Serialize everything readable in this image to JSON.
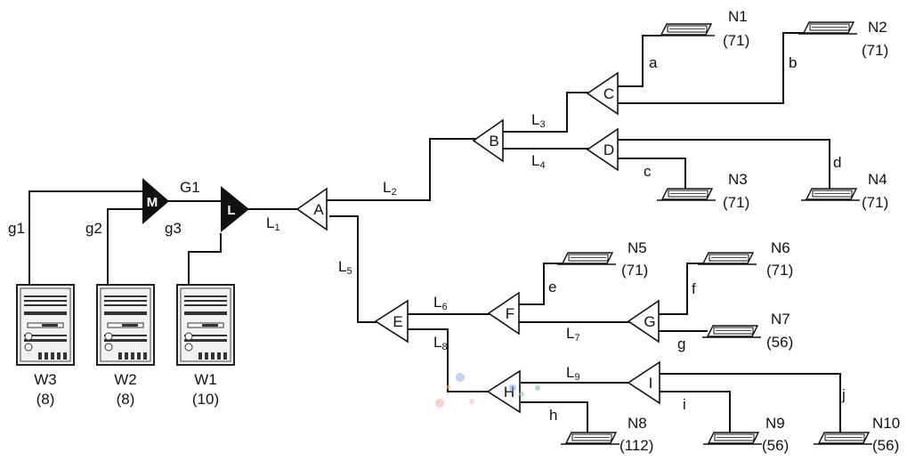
{
  "outdoor_units": [
    {
      "id": "W3",
      "label": "W3",
      "value": "(8)",
      "pipe": "g1"
    },
    {
      "id": "W2",
      "label": "W2",
      "value": "(8)",
      "pipe": "g2"
    },
    {
      "id": "W1",
      "label": "W1",
      "value": "(10)",
      "pipe": "g3"
    }
  ],
  "outdoor_joints": [
    {
      "id": "M",
      "label": "M"
    },
    {
      "id": "L",
      "label": "L"
    }
  ],
  "outdoor_main_pipe": "G1",
  "branch_joints": [
    {
      "id": "A",
      "label": "A"
    },
    {
      "id": "B",
      "label": "B"
    },
    {
      "id": "C",
      "label": "C"
    },
    {
      "id": "D",
      "label": "D"
    },
    {
      "id": "E",
      "label": "E"
    },
    {
      "id": "F",
      "label": "F"
    },
    {
      "id": "G",
      "label": "G"
    },
    {
      "id": "H",
      "label": "H"
    },
    {
      "id": "I",
      "label": "I"
    }
  ],
  "main_pipes": [
    {
      "id": "L1",
      "base": "L",
      "sub": "1"
    },
    {
      "id": "L2",
      "base": "L",
      "sub": "2"
    },
    {
      "id": "L3",
      "base": "L",
      "sub": "3"
    },
    {
      "id": "L4",
      "base": "L",
      "sub": "4"
    },
    {
      "id": "L5",
      "base": "L",
      "sub": "5"
    },
    {
      "id": "L6",
      "base": "L",
      "sub": "6"
    },
    {
      "id": "L7",
      "base": "L",
      "sub": "7"
    },
    {
      "id": "L8",
      "base": "L",
      "sub": "8"
    },
    {
      "id": "L9",
      "base": "L",
      "sub": "9"
    }
  ],
  "branch_pipes": [
    {
      "id": "a",
      "label": "a"
    },
    {
      "id": "b",
      "label": "b"
    },
    {
      "id": "c",
      "label": "c"
    },
    {
      "id": "d",
      "label": "d"
    },
    {
      "id": "e",
      "label": "e"
    },
    {
      "id": "f",
      "label": "f"
    },
    {
      "id": "g",
      "label": "g"
    },
    {
      "id": "h",
      "label": "h"
    },
    {
      "id": "i",
      "label": "i"
    },
    {
      "id": "j",
      "label": "j"
    }
  ],
  "indoor_units": [
    {
      "id": "N1",
      "label": "N1",
      "value": "(71)"
    },
    {
      "id": "N2",
      "label": "N2",
      "value": "(71)"
    },
    {
      "id": "N3",
      "label": "N3",
      "value": "(71)"
    },
    {
      "id": "N4",
      "label": "N4",
      "value": "(71)"
    },
    {
      "id": "N5",
      "label": "N5",
      "value": "(71)"
    },
    {
      "id": "N6",
      "label": "N6",
      "value": "(71)"
    },
    {
      "id": "N7",
      "label": "N7",
      "value": "(56)"
    },
    {
      "id": "N8",
      "label": "N8",
      "value": "(112)"
    },
    {
      "id": "N9",
      "label": "N9",
      "value": "(56)"
    },
    {
      "id": "N10",
      "label": "N10",
      "value": "(56)"
    }
  ]
}
